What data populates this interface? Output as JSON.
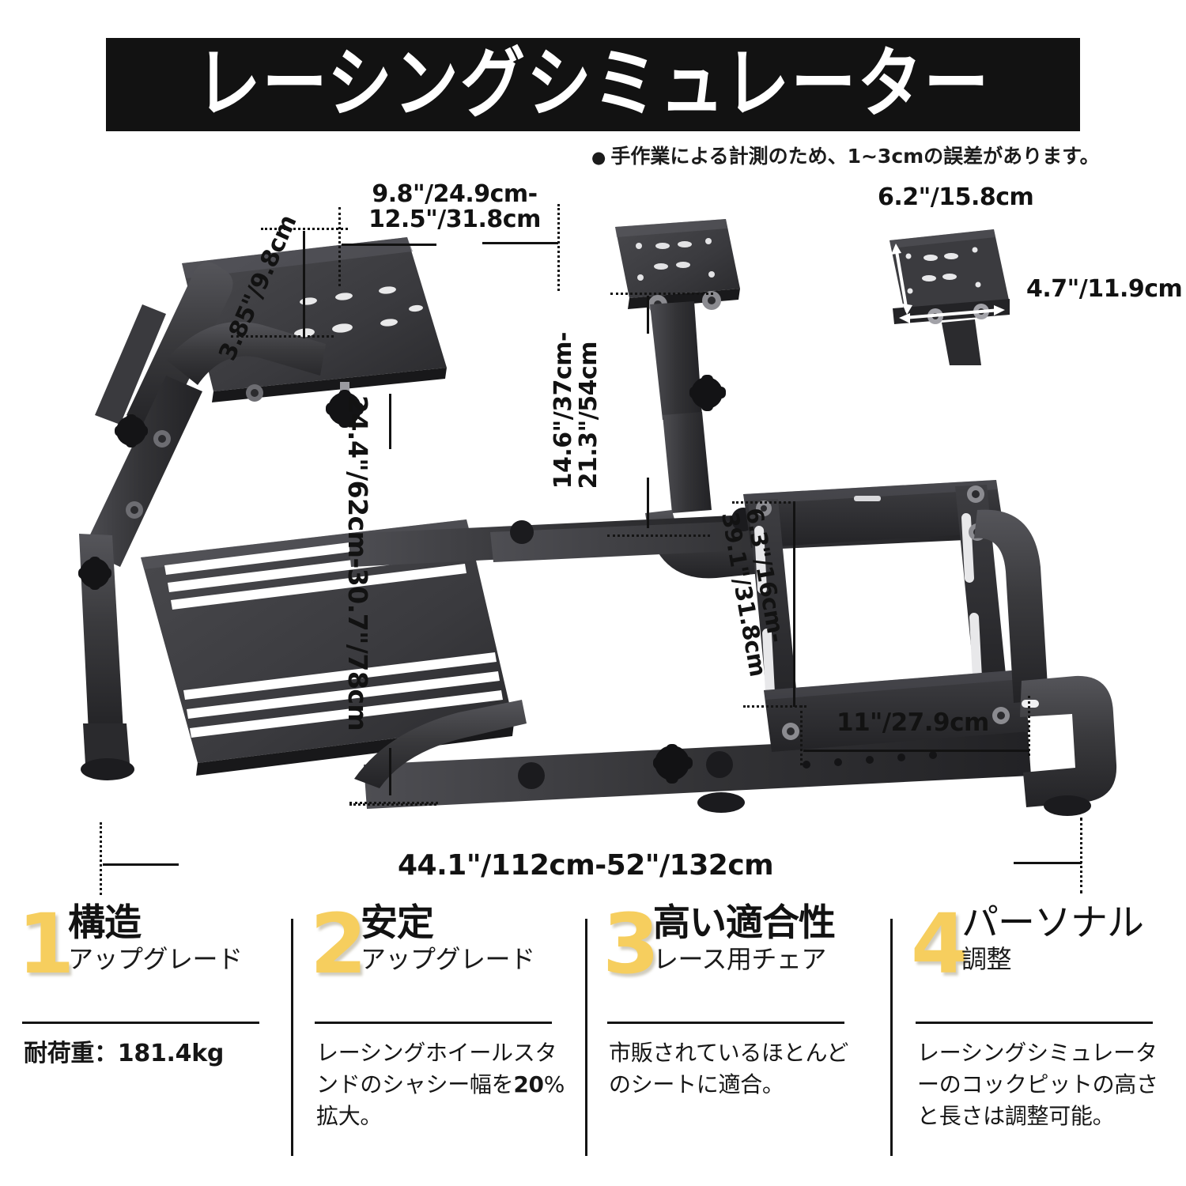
{
  "banner": {
    "title": "レーシングシミュレーター"
  },
  "disclaimer": {
    "bullet": "●",
    "text": "手作業による計測のため、1~3cmの誤差があります。"
  },
  "dimensions": {
    "wheel_plate_width": "9.8\"/24.9cm-\n12.5\"/31.8cm",
    "wheel_plate_width_l1": "9.8\"/24.9cm-",
    "wheel_plate_width_l2": "12.5\"/31.8cm",
    "wheel_plate_tilt": "3.85\"/9.8cm",
    "wheel_height": "24.4\"/62cm-30.7\"/78cm",
    "shifter_height_l1": "14.6\"/37cm-",
    "shifter_height_l2": "21.3\"/54cm",
    "shifter_plate_width": "6.2\"/15.8cm",
    "shifter_plate_depth": "4.7\"/11.9cm",
    "seat_bracket_l1": "6.3\"/16cm-",
    "seat_bracket_l2": "39.1\"/31.8cm",
    "seat_width": "11\"/27.9cm",
    "overall_length": "44.1\"/112cm-52\"/132cm"
  },
  "features": [
    {
      "number": "1",
      "title": "構造",
      "subtitle": "アップグレード",
      "body": "耐荷重：181.4kg",
      "body_bold": true
    },
    {
      "number": "2",
      "title": "安定",
      "subtitle": "アップグレード",
      "body_pre": "レーシングホイールスタンドのシャシー幅を",
      "body_strong": "20",
      "body_post": "%拡大。",
      "body_bold": false
    },
    {
      "number": "3",
      "title": "高い適合性",
      "subtitle": "レース用チェア",
      "body": "市販されているほとんどのシートに適合。",
      "body_bold": false
    },
    {
      "number": "4",
      "title": "パーソナル",
      "subtitle": "調整",
      "body": "レーシングシミュレーターのコックピットの高さと長さは調整可能。",
      "body_bold": false,
      "title_thin": true
    }
  ],
  "colors": {
    "banner_bg": "#121212",
    "banner_text": "#ffffff",
    "accent_number": "#F6CE5E",
    "body_text": "#161616",
    "frame_dark": "#2b2b2d",
    "frame_mid": "#3d3d40",
    "frame_light": "#55555a"
  }
}
